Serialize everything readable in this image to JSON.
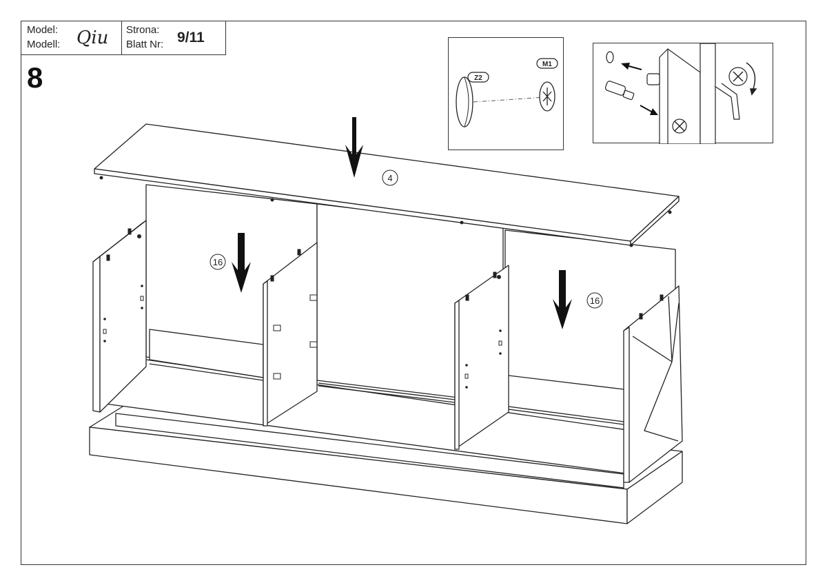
{
  "header": {
    "model_label_pl": "Model:",
    "model_label_de": "Modell:",
    "model_name": "Qiu",
    "sheet_label_pl": "Strona:",
    "sheet_label_de": "Blatt Nr:",
    "sheet_number": "9/11"
  },
  "step": {
    "number": "8"
  },
  "parts": {
    "top_panel": "4",
    "shelf_left": "16",
    "shelf_right": "16"
  },
  "inset_cover_cap": {
    "cap_label": "Z2",
    "fitting_label": "M1"
  }
}
